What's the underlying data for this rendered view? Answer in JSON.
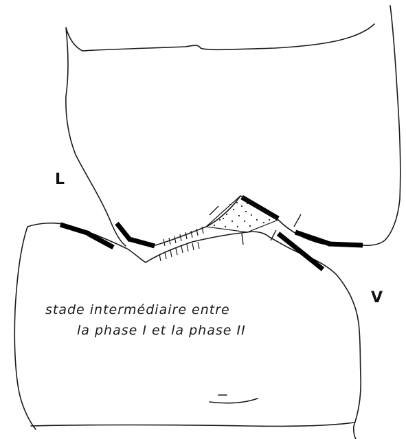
{
  "labels": {
    "lingual": "L",
    "vestibular": "V"
  },
  "caption": {
    "line1": "stade intermédiaire entre",
    "line2": "la phase I et la phase II"
  },
  "colors": {
    "ink": "#1a1a1a",
    "paper": "#ffffff"
  }
}
